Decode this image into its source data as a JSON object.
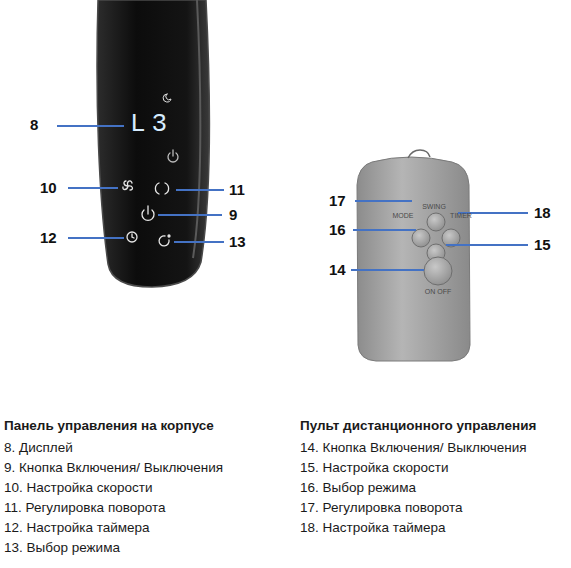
{
  "diagram": {
    "labels": [
      "8",
      "10",
      "11",
      "9",
      "12",
      "13",
      "L3",
      "17",
      "18",
      "16",
      "15",
      "14",
      "SWING",
      "MODE",
      "TIMER",
      "ON OFF",
      "Панель управления на корпусе",
      "8. Дисплей",
      "9. Кнопка Включения/ Выключения",
      "10. Настройка скорости",
      "11. Регулировка поворота",
      "12. Настройка таймера",
      "13. Выбор режима",
      "Пульт дистанционного управления",
      "14. Кнопка Включения/ Выключения",
      "15. Настройка скорости",
      "16. Выбор режима",
      "17. Регулировка поворота",
      "18. Настройка таймера"
    ]
  }
}
